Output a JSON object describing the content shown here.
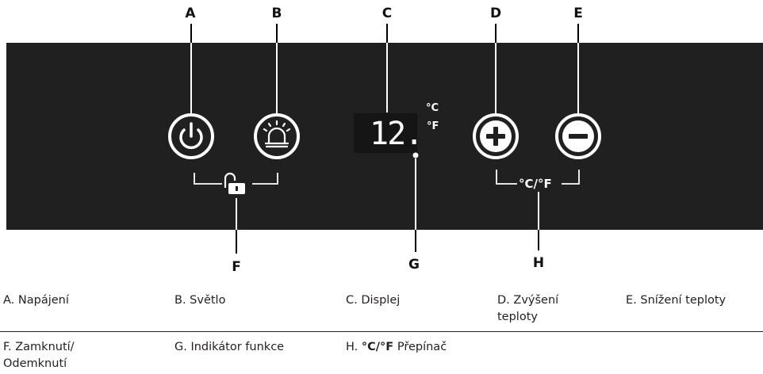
{
  "callouts": [
    "A",
    "B",
    "C",
    "D",
    "E",
    "F",
    "G",
    "H"
  ],
  "display": {
    "value": "12.",
    "unit_celsius": "°C",
    "unit_fahrenheit": "°F",
    "toggle_label": "°C/°F"
  },
  "icons": {
    "power": "power-icon",
    "light": "light-icon",
    "plus": "plus-icon",
    "minus": "minus-icon",
    "lock": "padlock-icon",
    "indicator": "function-indicator-dot"
  },
  "legend": {
    "row1": [
      "A. Napájení",
      "B. Světlo",
      "C. Displej",
      "D. Zvýšení teploty",
      "E. Snížení teploty"
    ],
    "row2": [
      "F. Zamknutí/ Odemknutí",
      "G. Indikátor funkce"
    ],
    "h_prefix": "H.",
    "h_bold": "°C/°F",
    "h_suffix": "Přepínač"
  },
  "colors": {
    "panel": "#202020",
    "icon": "#ffffff",
    "text": "#231f20"
  }
}
